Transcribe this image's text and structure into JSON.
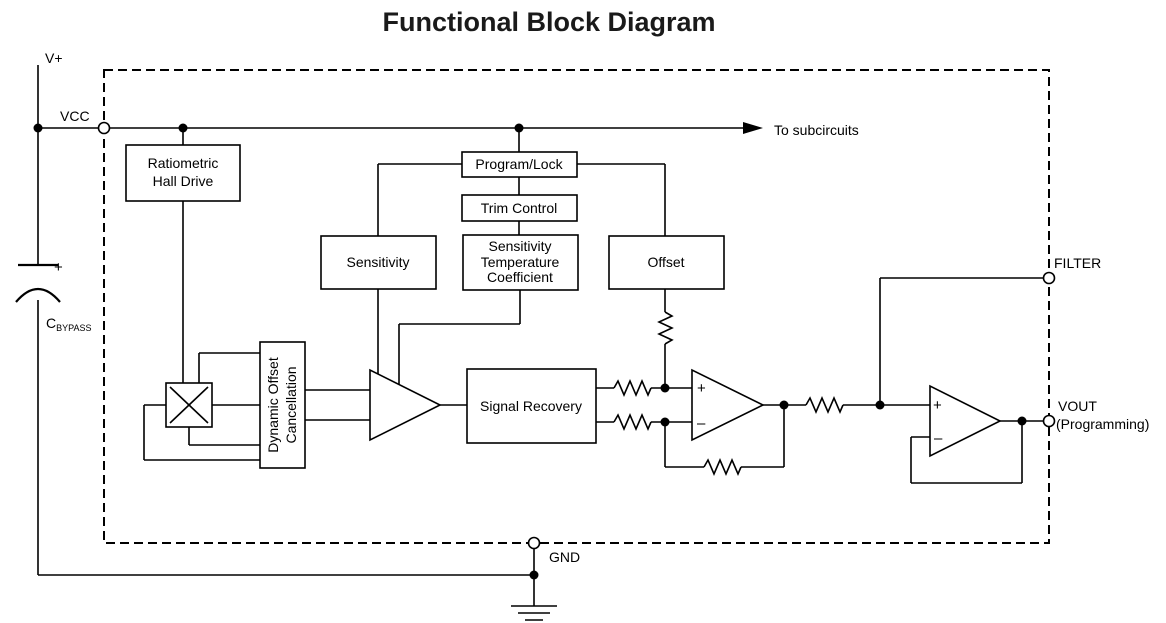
{
  "title": "Functional Block Diagram",
  "labels": {
    "vplus": "V+",
    "vcc": "VCC",
    "to_subcircuits": "To subcircuits",
    "cap_plus": "+",
    "cbypass_main": "C",
    "cbypass_sub": "BYPASS",
    "filter": "FILTER",
    "vout": "VOUT",
    "programming": "(Programming)",
    "gnd": "GND"
  },
  "blocks": {
    "hall_drive_line1": "Ratiometric",
    "hall_drive_line2": "Hall Drive",
    "program_lock": "Program/Lock",
    "trim_control": "Trim Control",
    "sensitivity": "Sensitivity",
    "stc_line1": "Sensitivity",
    "stc_line2": "Temperature",
    "stc_line3": "Coefficient",
    "offset": "Offset",
    "doc_line1": "Dynamic Offset",
    "doc_line2": "Cancellation",
    "signal_recovery": "Signal Recovery"
  },
  "opamp_signs": {
    "plus": "+",
    "minus": "–"
  }
}
